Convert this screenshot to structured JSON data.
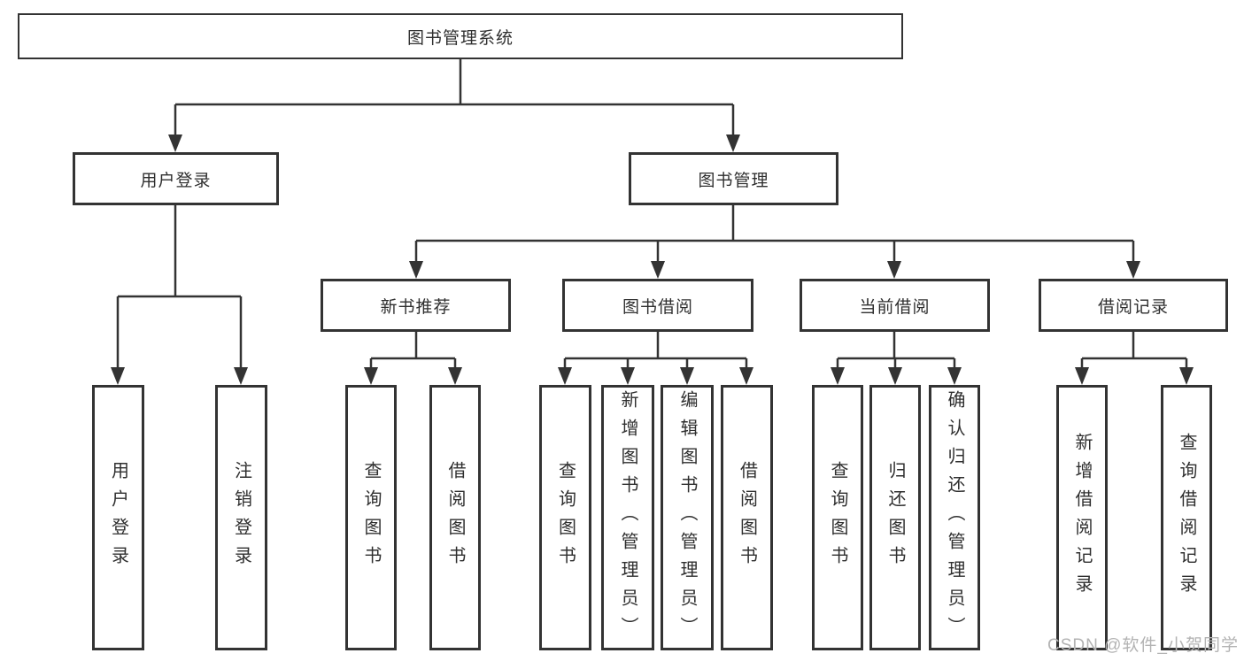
{
  "tree": {
    "label": "图书管理系统",
    "children": [
      {
        "label": "用户登录",
        "children": [
          {
            "label": "用户登录"
          },
          {
            "label": "注销登录"
          }
        ]
      },
      {
        "label": "图书管理",
        "children": [
          {
            "label": "新书推荐",
            "children": [
              {
                "label": "查询图书"
              },
              {
                "label": "借阅图书"
              }
            ]
          },
          {
            "label": "图书借阅",
            "children": [
              {
                "label": "查询图书"
              },
              {
                "label": "新增图书（管理员）"
              },
              {
                "label": "编辑图书（管理员）"
              },
              {
                "label": "借阅图书"
              }
            ]
          },
          {
            "label": "当前借阅",
            "children": [
              {
                "label": "查询图书"
              },
              {
                "label": "归还图书"
              },
              {
                "label": "确认归还（管理员）"
              }
            ]
          },
          {
            "label": "借阅记录",
            "children": [
              {
                "label": "新增借阅记录"
              },
              {
                "label": "查询借阅记录"
              }
            ]
          }
        ]
      }
    ]
  },
  "watermark": "CSDN @软件_小贺同学",
  "colors": {
    "line": "#333333",
    "box_border": "#333333",
    "text": "#2f2f2f",
    "watermark": "#b3b3b3",
    "background": "#ffffff"
  }
}
